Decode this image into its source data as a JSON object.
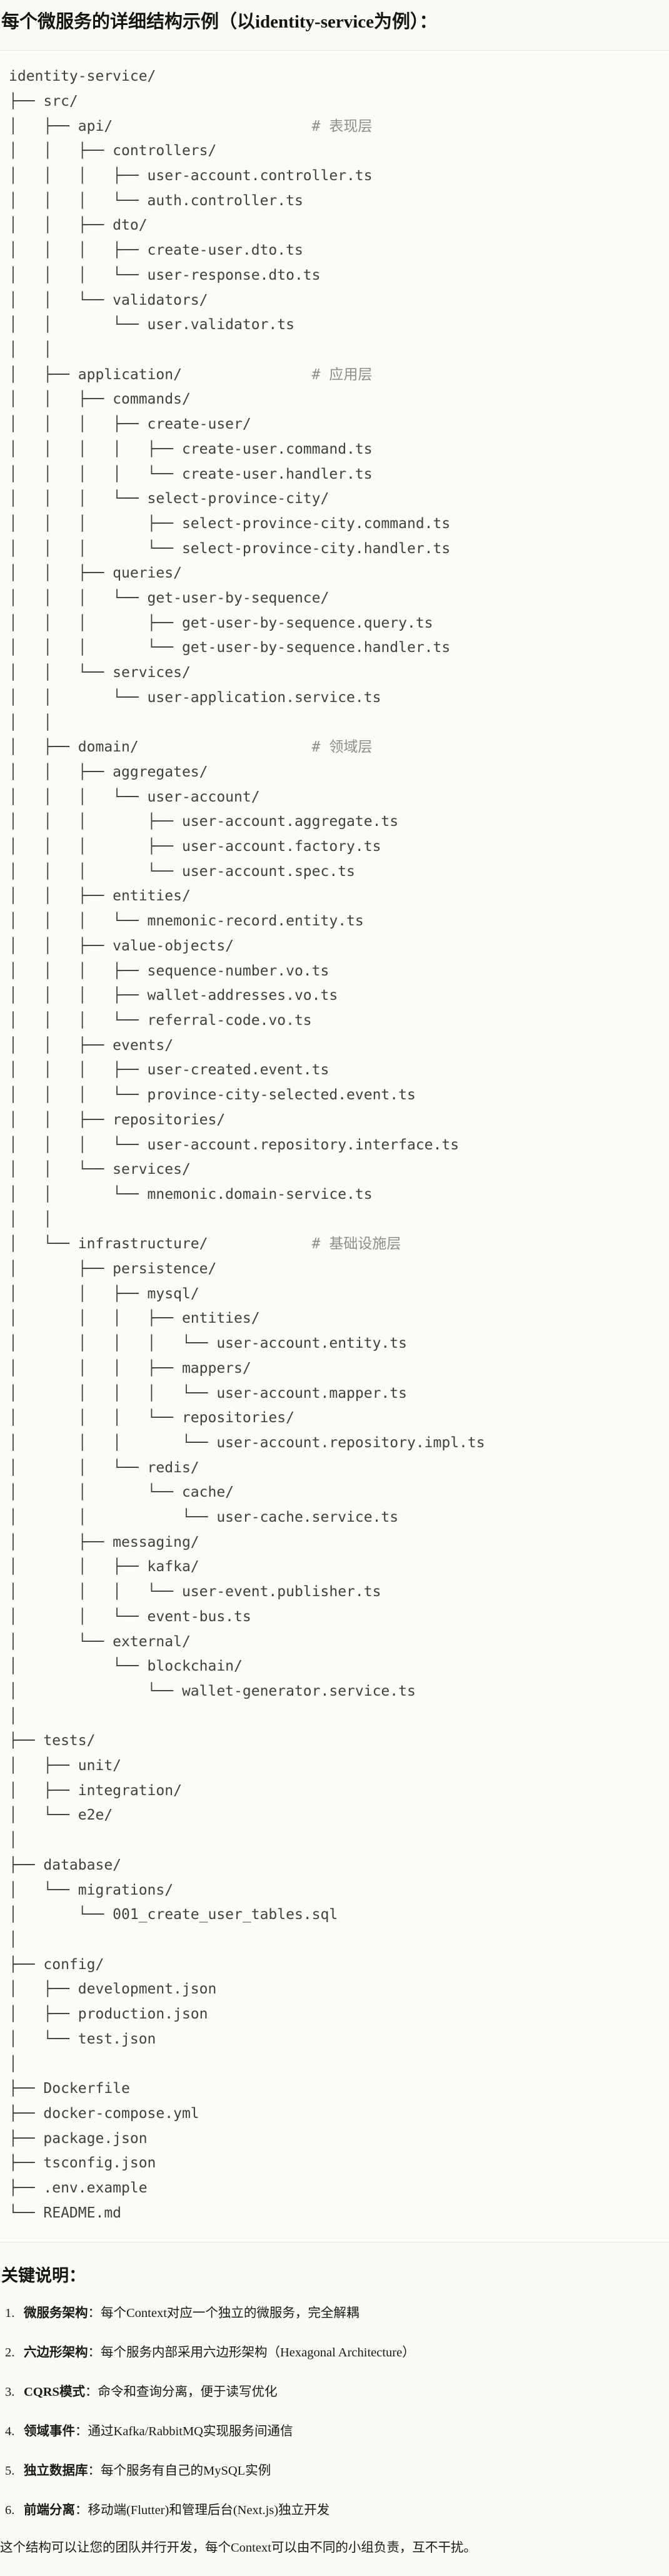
{
  "page": {
    "title": "每个微服务的详细结构示例（以identity-service为例）：",
    "notes_heading": "关键说明：",
    "notes": [
      {
        "num": "1.",
        "label": "微服务架构",
        "sep": "：",
        "text": "每个Context对应一个独立的微服务，完全解耦"
      },
      {
        "num": "2.",
        "label": "六边形架构",
        "sep": "：",
        "text": "每个服务内部采用六边形架构（Hexagonal Architecture）"
      },
      {
        "num": "3.",
        "label": "CQRS模式",
        "sep": "：",
        "text": "命令和查询分离，便于读写优化"
      },
      {
        "num": "4.",
        "label": "领域事件",
        "sep": "：",
        "text": "通过Kafka/RabbitMQ实现服务间通信"
      },
      {
        "num": "5.",
        "label": "独立数据库",
        "sep": "：",
        "text": "每个服务有自己的MySQL实例"
      },
      {
        "num": "6.",
        "label": "前端分离",
        "sep": "：",
        "text": "移动端(Flutter)和管理后台(Next.js)独立开发"
      }
    ],
    "footer": "这个结构可以让您的团队并行开发，每个Context可以由不同的小组负责，互不干扰。"
  },
  "colors": {
    "page_background": "#FAF9F5",
    "code_background": "#FCFBF8",
    "code_border": "#E8E6DE",
    "tree_text": "#41403A",
    "comment_text": "#8F8E87",
    "body_text": "#1A1915"
  },
  "code_block": {
    "lines": [
      {
        "t": "identity-service/"
      },
      {
        "t": "├── src/"
      },
      {
        "t": "│   ├── api/                       ",
        "c": "# 表现层"
      },
      {
        "t": "│   │   ├── controllers/"
      },
      {
        "t": "│   │   │   ├── user-account.controller.ts"
      },
      {
        "t": "│   │   │   └── auth.controller.ts"
      },
      {
        "t": "│   │   ├── dto/"
      },
      {
        "t": "│   │   │   ├── create-user.dto.ts"
      },
      {
        "t": "│   │   │   └── user-response.dto.ts"
      },
      {
        "t": "│   │   └── validators/"
      },
      {
        "t": "│   │       └── user.validator.ts"
      },
      {
        "t": "│   │"
      },
      {
        "t": "│   ├── application/               ",
        "c": "# 应用层"
      },
      {
        "t": "│   │   ├── commands/"
      },
      {
        "t": "│   │   │   ├── create-user/"
      },
      {
        "t": "│   │   │   │   ├── create-user.command.ts"
      },
      {
        "t": "│   │   │   │   └── create-user.handler.ts"
      },
      {
        "t": "│   │   │   └── select-province-city/"
      },
      {
        "t": "│   │   │       ├── select-province-city.command.ts"
      },
      {
        "t": "│   │   │       └── select-province-city.handler.ts"
      },
      {
        "t": "│   │   ├── queries/"
      },
      {
        "t": "│   │   │   └── get-user-by-sequence/"
      },
      {
        "t": "│   │   │       ├── get-user-by-sequence.query.ts"
      },
      {
        "t": "│   │   │       └── get-user-by-sequence.handler.ts"
      },
      {
        "t": "│   │   └── services/"
      },
      {
        "t": "│   │       └── user-application.service.ts"
      },
      {
        "t": "│   │"
      },
      {
        "t": "│   ├── domain/                    ",
        "c": "# 领域层"
      },
      {
        "t": "│   │   ├── aggregates/"
      },
      {
        "t": "│   │   │   └── user-account/"
      },
      {
        "t": "│   │   │       ├── user-account.aggregate.ts"
      },
      {
        "t": "│   │   │       ├── user-account.factory.ts"
      },
      {
        "t": "│   │   │       └── user-account.spec.ts"
      },
      {
        "t": "│   │   ├── entities/"
      },
      {
        "t": "│   │   │   └── mnemonic-record.entity.ts"
      },
      {
        "t": "│   │   ├── value-objects/"
      },
      {
        "t": "│   │   │   ├── sequence-number.vo.ts"
      },
      {
        "t": "│   │   │   ├── wallet-addresses.vo.ts"
      },
      {
        "t": "│   │   │   └── referral-code.vo.ts"
      },
      {
        "t": "│   │   ├── events/"
      },
      {
        "t": "│   │   │   ├── user-created.event.ts"
      },
      {
        "t": "│   │   │   └── province-city-selected.event.ts"
      },
      {
        "t": "│   │   ├── repositories/"
      },
      {
        "t": "│   │   │   └── user-account.repository.interface.ts"
      },
      {
        "t": "│   │   └── services/"
      },
      {
        "t": "│   │       └── mnemonic.domain-service.ts"
      },
      {
        "t": "│   │"
      },
      {
        "t": "│   └── infrastructure/            ",
        "c": "# 基础设施层"
      },
      {
        "t": "│       ├── persistence/"
      },
      {
        "t": "│       │   ├── mysql/"
      },
      {
        "t": "│       │   │   ├── entities/"
      },
      {
        "t": "│       │   │   │   └── user-account.entity.ts"
      },
      {
        "t": "│       │   │   ├── mappers/"
      },
      {
        "t": "│       │   │   │   └── user-account.mapper.ts"
      },
      {
        "t": "│       │   │   └── repositories/"
      },
      {
        "t": "│       │   │       └── user-account.repository.impl.ts"
      },
      {
        "t": "│       │   └── redis/"
      },
      {
        "t": "│       │       └── cache/"
      },
      {
        "t": "│       │           └── user-cache.service.ts"
      },
      {
        "t": "│       ├── messaging/"
      },
      {
        "t": "│       │   ├── kafka/"
      },
      {
        "t": "│       │   │   └── user-event.publisher.ts"
      },
      {
        "t": "│       │   └── event-bus.ts"
      },
      {
        "t": "│       └── external/"
      },
      {
        "t": "│           └── blockchain/"
      },
      {
        "t": "│               └── wallet-generator.service.ts"
      },
      {
        "t": "│"
      },
      {
        "t": "├── tests/"
      },
      {
        "t": "│   ├── unit/"
      },
      {
        "t": "│   ├── integration/"
      },
      {
        "t": "│   └── e2e/"
      },
      {
        "t": "│"
      },
      {
        "t": "├── database/"
      },
      {
        "t": "│   └── migrations/"
      },
      {
        "t": "│       └── 001_create_user_tables.sql"
      },
      {
        "t": "│"
      },
      {
        "t": "├── config/"
      },
      {
        "t": "│   ├── development.json"
      },
      {
        "t": "│   ├── production.json"
      },
      {
        "t": "│   └── test.json"
      },
      {
        "t": "│"
      },
      {
        "t": "├── Dockerfile"
      },
      {
        "t": "├── docker-compose.yml"
      },
      {
        "t": "├── package.json"
      },
      {
        "t": "├── tsconfig.json"
      },
      {
        "t": "├── .env.example"
      },
      {
        "t": "└── README.md"
      }
    ]
  }
}
